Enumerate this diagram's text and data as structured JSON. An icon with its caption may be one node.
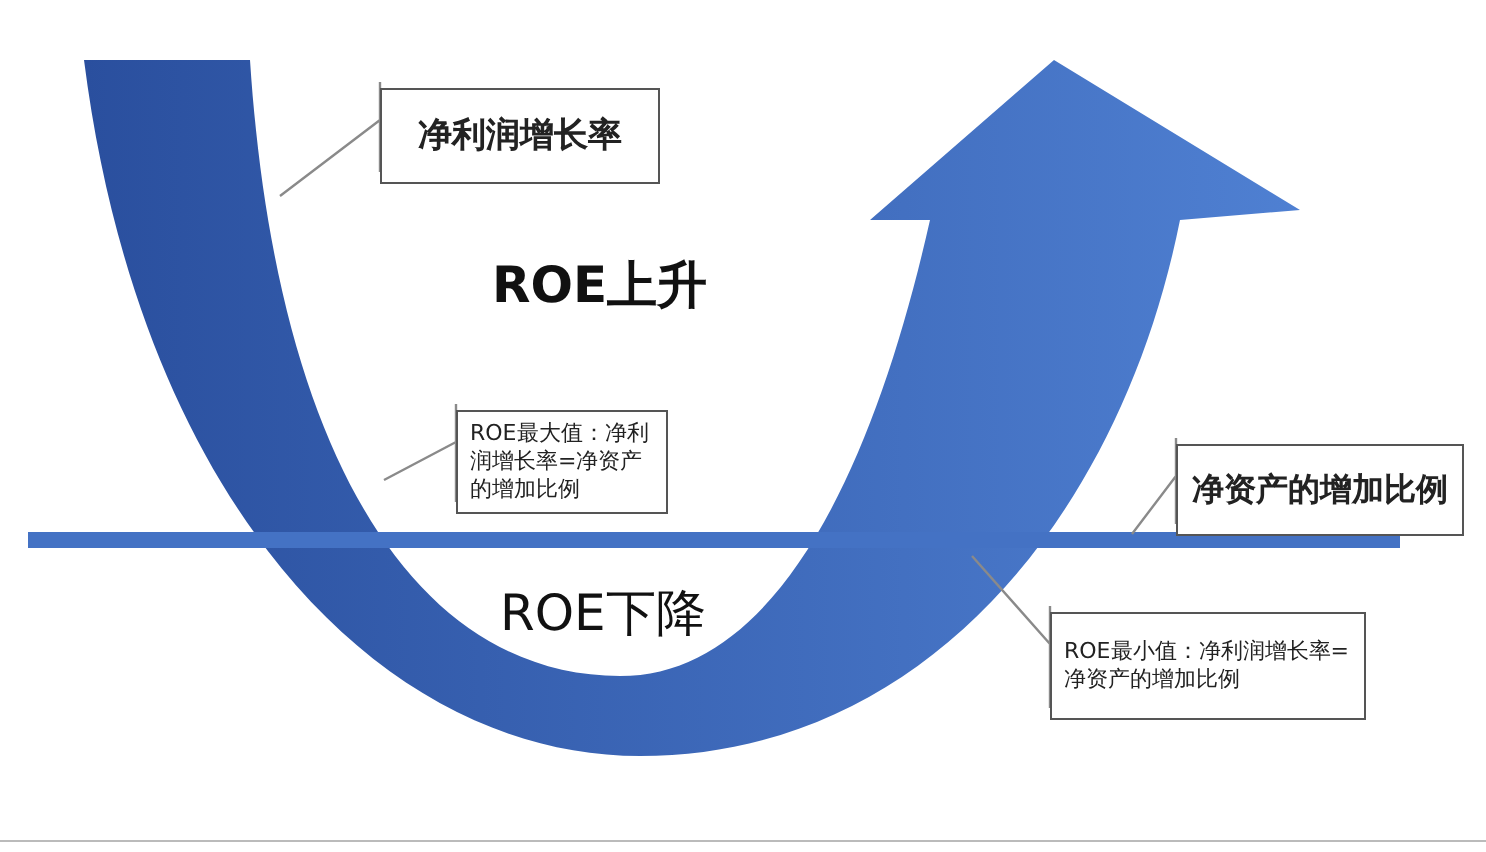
{
  "diagram": {
    "nodes": [
      {
        "text": [
          "净利润增长率"
        ]
      },
      {
        "text": [
          "ROE最大值：净利润增长率=净资产的增加比例"
        ]
      },
      {
        "text": [
          "净资产的增加比例"
        ]
      },
      {
        "text": [
          "ROE最小值：净利润增长率=净资产的增加比例"
        ]
      },
      {
        "text": [],
        "shape": "arrow"
      },
      {
        "text": [],
        "shape": "bar"
      }
    ],
    "edges": [
      {
        "from": 0,
        "to": 4,
        "arrow": "none"
      },
      {
        "from": 1,
        "to": 4,
        "arrow": "none"
      },
      {
        "from": 2,
        "to": 5,
        "arrow": "none"
      },
      {
        "from": 3,
        "to": 4,
        "arrow": "none"
      }
    ],
    "labels": [
      "ROE上升",
      "ROE下降"
    ]
  }
}
